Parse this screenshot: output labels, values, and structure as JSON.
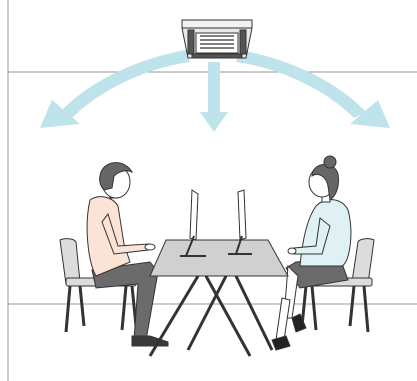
{
  "illustration": {
    "subject": "ceiling-cassette-air-conditioner-office",
    "airflow_directions": [
      "left",
      "down",
      "right"
    ],
    "people": [
      "man-seated-left",
      "woman-seated-right"
    ],
    "colors": {
      "airflow": "#bfe3ea",
      "man_shirt": "#fbe3d6",
      "woman_shirt": "#dff1f4",
      "hair": "#666666",
      "trousers": "#6b6b6b",
      "table_top": "#d0d0d0",
      "chair": "#dcdcdc",
      "outline": "#333333"
    }
  }
}
